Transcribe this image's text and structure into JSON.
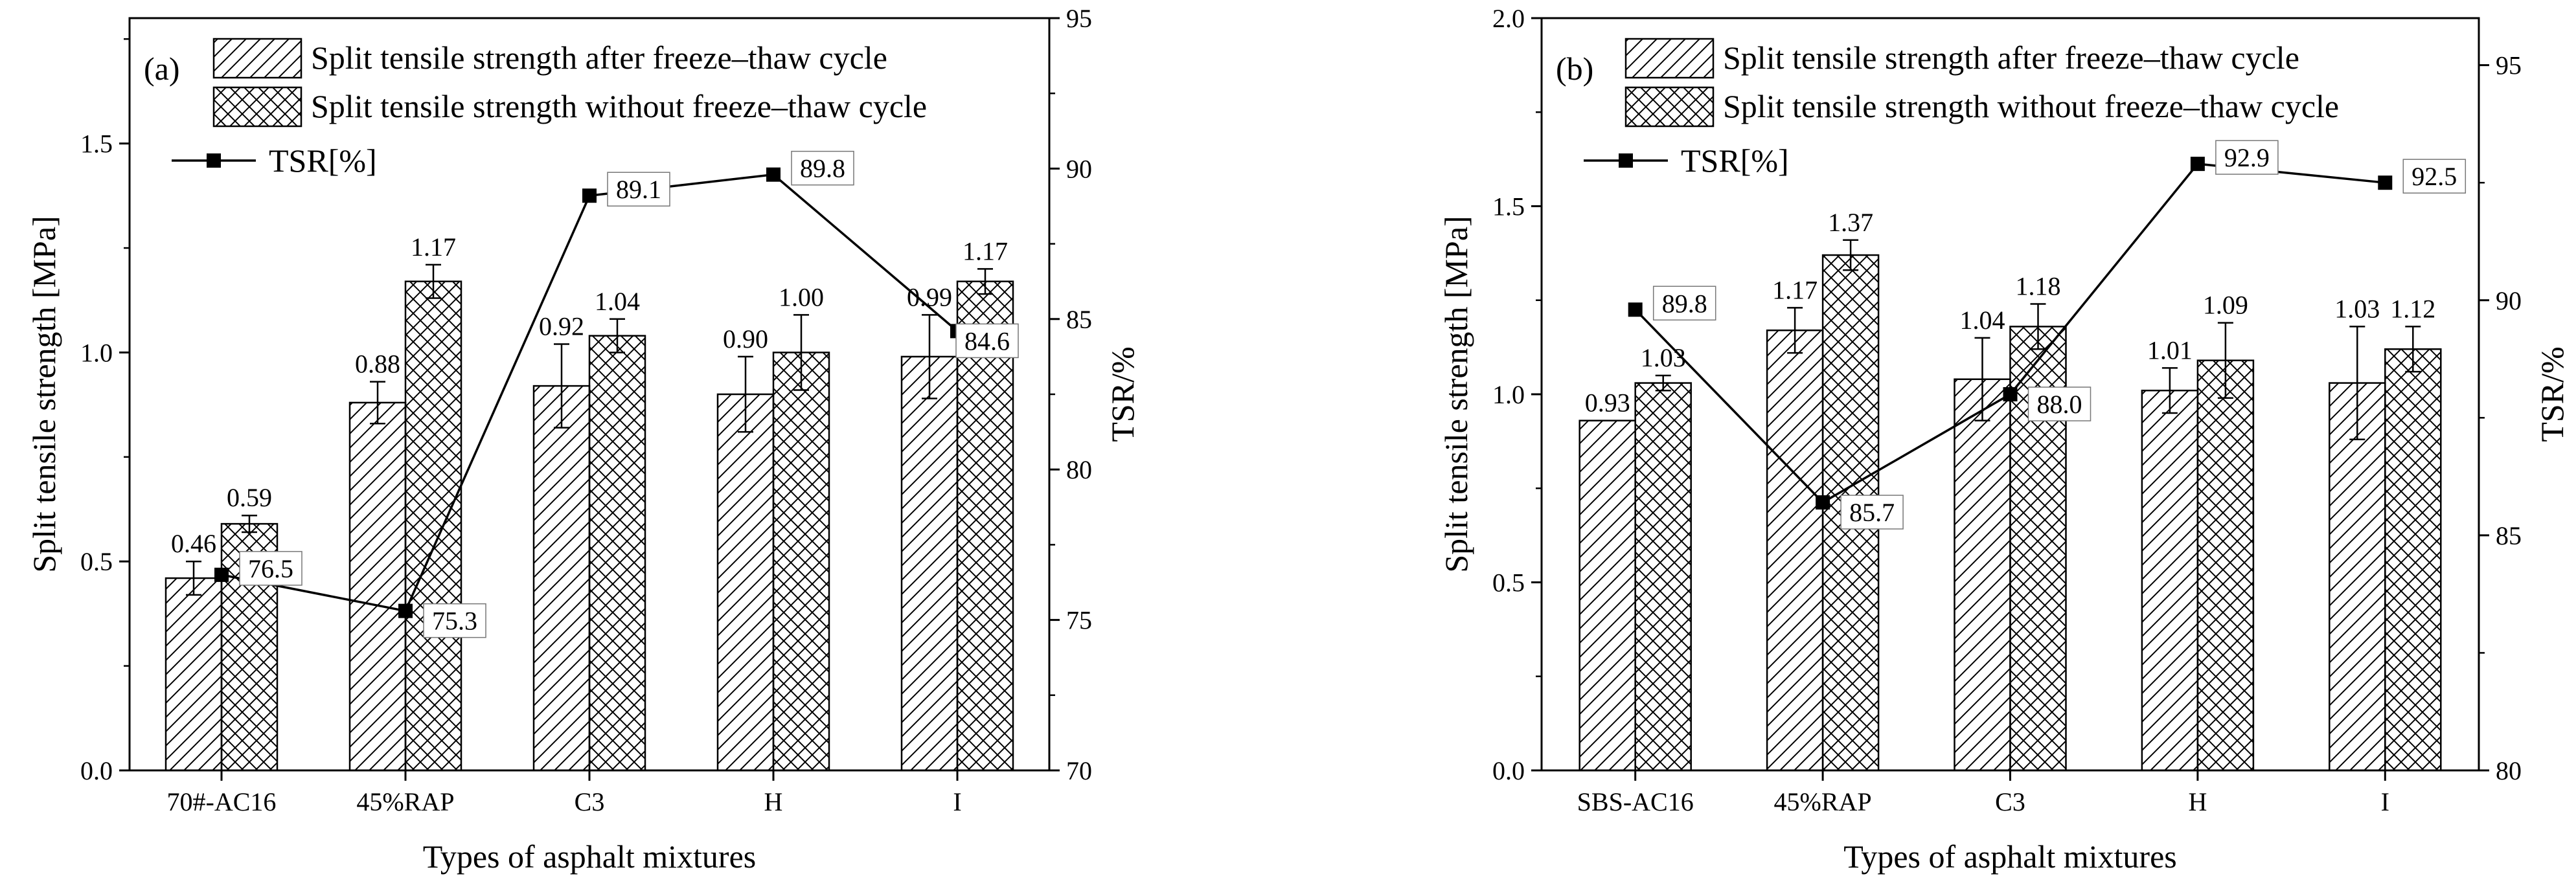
{
  "chart_data": [
    {
      "type": "bar",
      "panel_label": "(a)",
      "categories": [
        "70#-AC16",
        "45%RAP",
        "C3",
        "H",
        "I"
      ],
      "xlabel": "Types of asphalt mixtures",
      "ylabel": "Split tensile strength [MPa]",
      "ylabel2": "TSR/%",
      "ylim": [
        0,
        1.8
      ],
      "yticks": [
        0.0,
        0.5,
        1.0,
        1.5
      ],
      "ytick_labels": [
        "0.0",
        "0.5",
        "1.0",
        "1.5"
      ],
      "y2lim": [
        70,
        95
      ],
      "y2ticks": [
        70,
        75,
        80,
        85,
        90,
        95
      ],
      "y2tick_labels": [
        "70",
        "75",
        "80",
        "85",
        "90",
        "95"
      ],
      "series": [
        {
          "name": "Split tensile strength after freeze–thaw cycle",
          "pattern": "hatch",
          "values": [
            0.46,
            0.88,
            0.92,
            0.9,
            0.99
          ],
          "errors": [
            0.04,
            0.05,
            0.1,
            0.09,
            0.1
          ],
          "value_labels": [
            "0.46",
            "0.88",
            "0.92",
            "0.90",
            "0.99"
          ]
        },
        {
          "name": "Split tensile strength without freeze–thaw cycle",
          "pattern": "crosshatch",
          "values": [
            0.59,
            1.17,
            1.04,
            1.0,
            1.17
          ],
          "errors": [
            0.02,
            0.04,
            0.04,
            0.09,
            0.03
          ],
          "value_labels": [
            "0.59",
            "1.17",
            "1.04",
            "1.00",
            "1.17"
          ]
        }
      ],
      "line": {
        "name": "TSR[%]",
        "axis": "right",
        "values": [
          76.5,
          75.3,
          89.1,
          89.8,
          84.6
        ],
        "value_labels": [
          "76.5",
          "75.3",
          "89.1",
          "89.8",
          "84.6"
        ]
      },
      "legend": "top"
    },
    {
      "type": "bar",
      "panel_label": "(b)",
      "categories": [
        "SBS-AC16",
        "45%RAP",
        "C3",
        "H",
        "I"
      ],
      "xlabel": "Types of asphalt mixtures",
      "ylabel": "Split tensile strength [MPa]",
      "ylabel2": "TSR/%",
      "ylim": [
        0,
        2.0
      ],
      "yticks": [
        0.0,
        0.5,
        1.0,
        1.5,
        2.0
      ],
      "ytick_labels": [
        "0.0",
        "0.5",
        "1.0",
        "1.5",
        "2.0"
      ],
      "y2lim": [
        80,
        96
      ],
      "y2ticks": [
        80,
        85,
        90,
        95
      ],
      "y2tick_labels": [
        "80",
        "85",
        "90",
        "95"
      ],
      "series": [
        {
          "name": "Split tensile strength after freeze–thaw cycle",
          "pattern": "hatch",
          "values": [
            0.93,
            1.17,
            1.04,
            1.01,
            1.03
          ],
          "errors": [
            0.0,
            0.06,
            0.11,
            0.06,
            0.15
          ],
          "value_labels": [
            "0.93",
            "1.17",
            "1.04",
            "1.01",
            "1.03"
          ]
        },
        {
          "name": "Split tensile strength without freeze–thaw cycle",
          "pattern": "crosshatch",
          "values": [
            1.03,
            1.37,
            1.18,
            1.09,
            1.12
          ],
          "errors": [
            0.02,
            0.04,
            0.06,
            0.1,
            0.06
          ],
          "value_labels": [
            "1.03",
            "1.37",
            "1.18",
            "1.09",
            "1.12"
          ]
        }
      ],
      "line": {
        "name": "TSR[%]",
        "axis": "right",
        "values": [
          89.8,
          85.7,
          88.0,
          92.9,
          92.5
        ],
        "value_labels": [
          "89.8",
          "85.7",
          "88.0",
          "92.9",
          "92.5"
        ]
      },
      "legend": "top"
    }
  ]
}
